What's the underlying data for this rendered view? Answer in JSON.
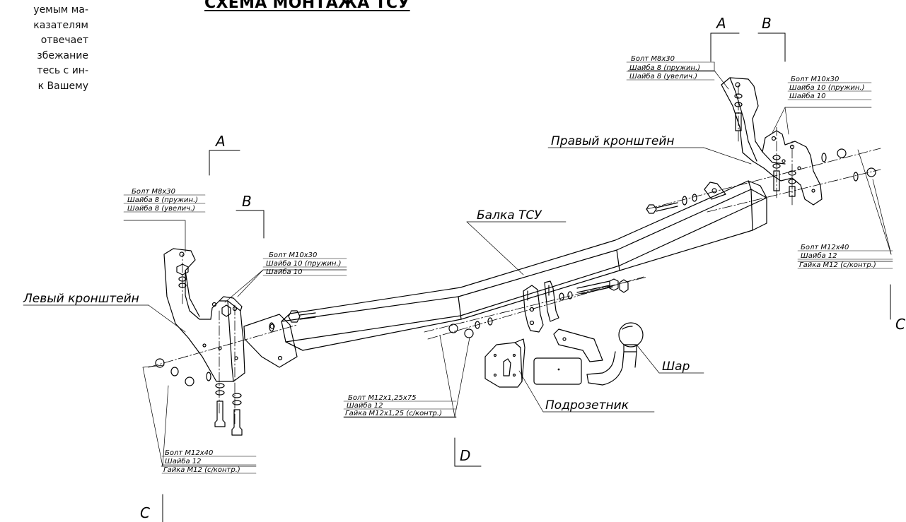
{
  "side_note": {
    "lines": [
      "уемым ма-",
      "казателям",
      "отвечает",
      "збежание",
      "тесь с ин-",
      "к Вашему"
    ]
  },
  "title": "СХЕМА МОНТАЖА ТСУ",
  "views": {
    "left_a": "A",
    "left_b": "B",
    "right_a": "A",
    "right_b": "B",
    "left_c": "C",
    "right_c": "C",
    "d": "D"
  },
  "labels": {
    "left_bracket": "Левый кронштейн",
    "right_bracket": "Правый кронштейн",
    "beam": "Балка ТСУ",
    "ball": "Шар",
    "socket_plate": "Подрозетник"
  },
  "callouts": {
    "left_a": [
      "Болт М8х30",
      "Шайба 8 (пружин.)",
      "Шайба 8 (увелич.)"
    ],
    "left_b": [
      "Болт М10х30",
      "Шайба 10 (пружин.)",
      "Шайба 10"
    ],
    "right_a": [
      "Болт М8х30",
      "Шайба 8 (пружин.)",
      "Шайба 8 (увелич.)"
    ],
    "right_b": [
      "Болт М10х30",
      "Шайба 10 (пружин.)",
      "Шайба 10"
    ],
    "left_c": [
      "Болт М12х40",
      "Шайба 12",
      "Гайка М12 (с/контр.)"
    ],
    "right_c": [
      "Болт М12х40",
      "Шайба 12",
      "Гайка М12 (с/контр.)"
    ],
    "d": [
      "Болт М12х1,25х75",
      "Шайба 12",
      "Гайка М12х1,25 (с/контр.)"
    ]
  }
}
